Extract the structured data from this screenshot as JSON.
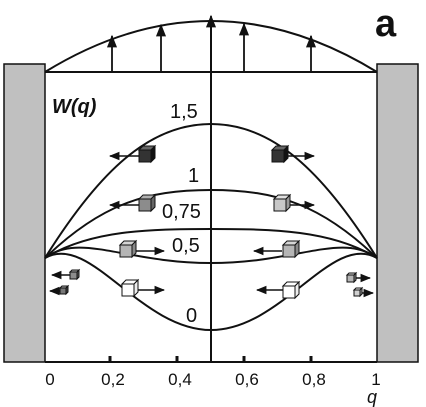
{
  "panel_label": "a",
  "ylabel": "W(q)",
  "xlabel": "q",
  "x_ticks": [
    "0",
    "0,2",
    "0,4",
    "0,6",
    "0,8",
    "1"
  ],
  "curve_labels": [
    "1,5",
    "1",
    "0,75",
    "0,5",
    "0"
  ],
  "colors": {
    "wall": "#c0c0c0",
    "line": "#111111",
    "cube_dark": "#333333",
    "cube_mid": "#8c8c8c",
    "cube_light": "#c8c8c8",
    "cube_white": "#ffffff"
  }
}
